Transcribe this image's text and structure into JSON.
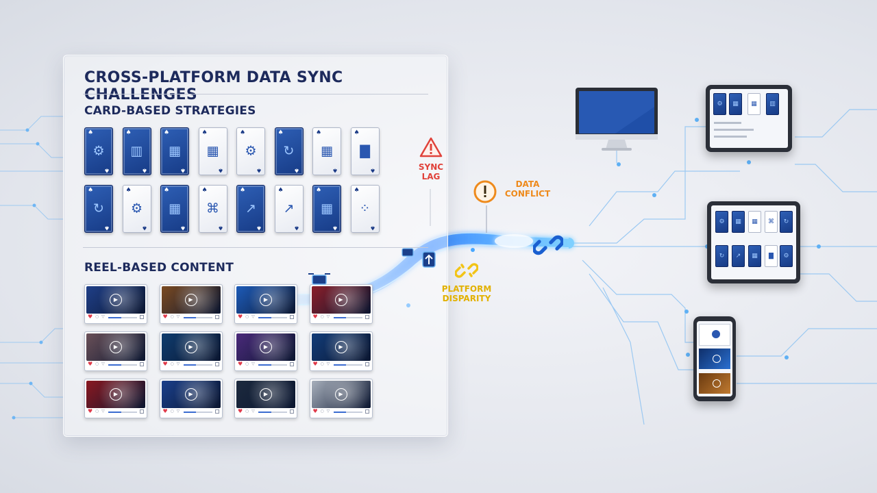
{
  "title": "CROSS-PLATFORM DATA SYNC CHALLENGES",
  "sections": {
    "cards": "CARD-BASED STRATEGIES",
    "reels": "REEL-BASED CONTENT"
  },
  "issues": {
    "sync_lag": "SYNC LAG",
    "data_conflict": "DATA CONFLICT",
    "platform_disparity": "PLATFORM DISPARITY"
  },
  "colors": {
    "navy": "#1d2a5c",
    "card_blue": "#1f4a9e",
    "stream": "#3fa3ff",
    "alert_red": "#e0423a",
    "alert_orange": "#ee8a1c",
    "alert_yellow": "#f2c417"
  },
  "icons": {
    "sync_lag": "warning-triangle-icon",
    "data_conflict": "exclamation-circle-icon",
    "platform_disparity": "broken-link-icon",
    "stream_hub": "broken-link-icon"
  },
  "card_rows": [
    [
      {
        "style": "blue",
        "icon": "gear-icon"
      },
      {
        "style": "blue",
        "icon": "bar-grid-icon"
      },
      {
        "style": "blue",
        "icon": "grid-icon"
      },
      {
        "style": "white",
        "icon": "grid-icon"
      },
      {
        "style": "white",
        "icon": "gear-icon"
      },
      {
        "style": "blue",
        "icon": "refresh-icon"
      },
      {
        "style": "white",
        "icon": "grid-icon"
      },
      {
        "style": "white",
        "icon": "bar-chart-icon"
      }
    ],
    [
      {
        "style": "blue",
        "icon": "refresh-icon"
      },
      {
        "style": "white",
        "icon": "gear-icon"
      },
      {
        "style": "blue",
        "icon": "grid-icon"
      },
      {
        "style": "white",
        "icon": "network-icon"
      },
      {
        "style": "blue",
        "icon": "trend-chart-icon"
      },
      {
        "style": "white",
        "icon": "trend-chart-icon"
      },
      {
        "style": "blue",
        "icon": "grid-icon"
      },
      {
        "style": "white",
        "icon": "four-circles-icon"
      }
    ]
  ],
  "reel_rows": [
    [
      "#1f3f88",
      "#7a4a22",
      "#1d5bb8",
      "#8a1f2a"
    ],
    [
      "#6a5058",
      "#0f3c6e",
      "#4a2a7a",
      "#123c78"
    ],
    [
      "#8a1820",
      "#1a3f8a",
      "#1c2a3e",
      "#a8b0bc"
    ]
  ],
  "devices": {
    "monitor": "monitor-icon",
    "tablet_top": "tablet-icon",
    "tablet_mid": "tablet-icon",
    "phone": "phone-icon"
  }
}
